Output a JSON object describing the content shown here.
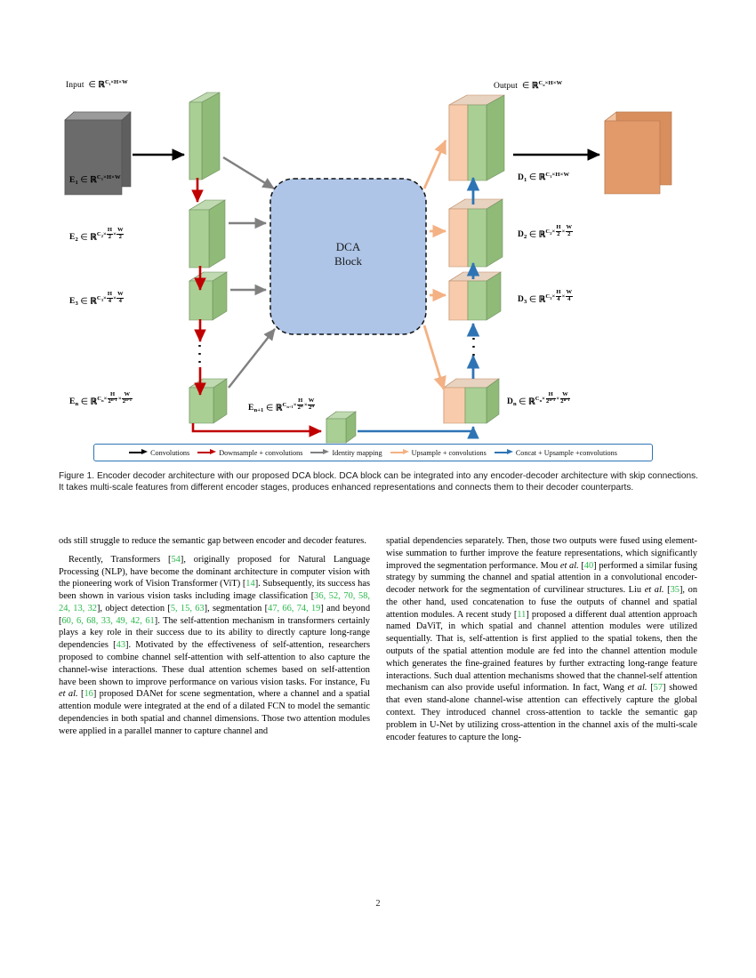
{
  "page": {
    "page_number": "2"
  },
  "figure": {
    "diagram_title_input": "Input",
    "diagram_title_output": "Output",
    "dca_block": {
      "line1": "DCA",
      "line2": "Block"
    },
    "encoder_labels": [
      {
        "name": "E",
        "sub": "1",
        "dims": "C₁×H×W"
      },
      {
        "name": "E",
        "sub": "2",
        "dims": "C₂×H/2×W/2"
      },
      {
        "name": "E",
        "sub": "3",
        "dims": "C₃×H/4×W/4"
      },
      {
        "name": "E",
        "sub": "n",
        "dims": "Cₙ×H/2^(n-1)×W/2^(n-1)"
      },
      {
        "name": "E",
        "sub": "n+1",
        "dims": "Cₙ₊₁×H/2^n×W/2^n"
      }
    ],
    "decoder_labels": [
      {
        "name": "D",
        "sub": "1",
        "dims": "C₁×H×W"
      },
      {
        "name": "D",
        "sub": "2",
        "dims": "C₂×H/2×W/2"
      },
      {
        "name": "D",
        "sub": "3",
        "dims": "C₃×H/4×W/4"
      },
      {
        "name": "D",
        "sub": "n",
        "dims": "Cₙ×H/2^(n-1)×W/2^(n-1)"
      }
    ],
    "input_label_dims": "Cᵢ×H×W",
    "output_label_dims": "Cₒ×H×W",
    "legend": [
      {
        "label": "Convolutions",
        "color": "#000000"
      },
      {
        "label": "Downsample + convolutions",
        "color": "#C00000"
      },
      {
        "label": "Identity mapping",
        "color": "#808080"
      },
      {
        "label": "Upsample + convolutions",
        "color": "#F4B183"
      },
      {
        "label": "Concat + Upsample +convolutions",
        "color": "#2E74B5"
      }
    ],
    "colors": {
      "input_slab": "#6E6E6E",
      "output_slab": "#E29A6A",
      "encoder_green": "#A9CF95",
      "decoder_peach": "#F8CBAD",
      "dca_fill": "#AEC5E8",
      "legend_border": "#2E74B5"
    },
    "caption": "Figure 1. Encoder decoder architecture with our proposed DCA block. DCA block can be integrated into any encoder-decoder architecture with skip connections. It takes multi-scale features from different encoder stages, produces enhanced representations and connects them to their decoder counterparts."
  },
  "body": {
    "left_column": {
      "paragraph_1_pre": "ods still struggle to reduce the semantic gap between encoder and decoder features.",
      "paragraph_2": {
        "s1": "Recently, Transformers [",
        "c1": "54",
        "s2": "], originally proposed for Natural Language Processing (NLP), have become the dominant architecture in computer vision with the pioneering work of Vision Transformer (ViT) [",
        "c2": "14",
        "s3": "]. Subsequently, its success has been shown in various vision tasks including image classification [",
        "c3": "36, 52, 70, 58, 24, 13, 32",
        "s4": "], object detection [",
        "c4": "5, 15, 63",
        "s5": "], segmentation [",
        "c5": "47, 66, 74, 19",
        "s6": "] and beyond [",
        "c6": "60, 6, 68, 33, 49, 42, 61",
        "s7": "]. The self-attention mechanism in transformers certainly plays a key role in their success due to its ability to directly capture long-range dependencies [",
        "c7": "43",
        "s8": "]. Motivated by the effectiveness of self-attention, researchers proposed to combine channel self-attention with self-attention to also capture the channel-wise interactions. These dual attention schemes based on self-attention have been shown to improve performance on various vision tasks. For instance, Fu ",
        "etal1": "et al.",
        "s9": " [",
        "c8": "16",
        "s10": "] proposed DANet for scene segmentation, where a channel and a spatial attention module were integrated at the end of a dilated FCN to model the semantic dependencies in both spatial and channel dimensions. Those two attention modules were applied in a parallel manner to capture channel and"
      }
    },
    "right_column": {
      "paragraph_1": {
        "s1": "spatial dependencies separately. Then, those two outputs were fused using element-wise summation to further improve the feature representations, which significantly improved the segmentation performance. Mou ",
        "etal1": "et al.",
        "s2": " [",
        "c1": "40",
        "s3": "] performed a similar fusing strategy by summing the channel and spatial attention in a convolutional encoder-decoder network for the segmentation of curvilinear structures. Liu ",
        "etal2": "et al.",
        "s4": " [",
        "c2": "35",
        "s5": "], on the other hand, used concatenation to fuse the outputs of channel and spatial attention modules. A recent study [",
        "c3": "11",
        "s6": "] proposed a different dual attention approach named DaViT, in which spatial and channel attention modules were utilized sequentially. That is, self-attention is first applied to the spatial tokens, then the outputs of the spatial attention module are fed into the channel attention module which generates the fine-grained features by further extracting long-range feature interactions. Such dual attention mechanisms showed that the channel-self attention mechanism can also provide useful information. In fact, Wang ",
        "etal3": "et al.",
        "s7": " [",
        "c4": "57",
        "s8": "] showed that even stand-alone channel-wise attention can effectively capture the global context. They introduced channel cross-attention to tackle the semantic gap problem in U-Net by utilizing cross-attention in the channel axis of the multi-scale encoder features to capture the long-"
      }
    }
  }
}
